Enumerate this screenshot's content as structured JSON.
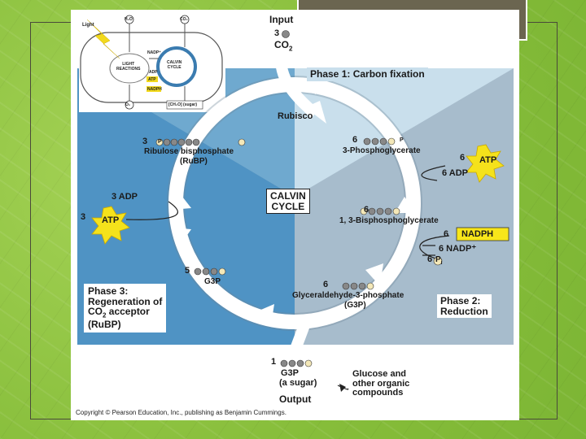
{
  "input": {
    "title": "Input",
    "count": "3",
    "molecule": "CO",
    "subscript": "2"
  },
  "phase1": "Phase 1: Carbon fixation",
  "rubisco": "Rubisco",
  "pga": {
    "count": "6",
    "name": "3-Phosphoglycerate"
  },
  "atp_in": {
    "count": "6",
    "label": "ATP"
  },
  "adp_out": "6 ADP",
  "bpg": {
    "count": "6",
    "name": "1, 3-Bisphosphoglycerate"
  },
  "nadph_in": {
    "count": "6",
    "label": "NADPH"
  },
  "nadp_out": "6 NADP⁺",
  "pi_out": {
    "count": "6",
    "label": "P",
    "subscript": "i"
  },
  "g3p6": {
    "count": "6",
    "name": "Glyceraldehyde-3-phosphate",
    "abbr": "(G3P)"
  },
  "phase2": {
    "line1": "Phase 2:",
    "line2": "Reduction"
  },
  "output": {
    "count": "1",
    "name": "G3P",
    "desc": "(a sugar)",
    "label": "Output"
  },
  "glucose": {
    "line1": "Glucose and",
    "line2": "other organic",
    "line3": "compounds"
  },
  "g3p5": {
    "count": "5",
    "name": "G3P"
  },
  "phase3": {
    "line1": "Phase 3:",
    "line2": "Regeneration of",
    "line3a": "CO",
    "line3b": "2",
    "line3c": " acceptor",
    "line4": "(RuBP)"
  },
  "adp3": "3 ADP",
  "atp3": {
    "count": "3",
    "label": "ATP"
  },
  "rubp": {
    "count": "3",
    "name": "Ribulose bisphosphate",
    "abbr": "(RuBP)"
  },
  "calvin": {
    "line1": "CALVIN",
    "line2": "CYCLE"
  },
  "p_label": "P",
  "copyright": "Copyright © Pearson Education, Inc., publishing as Benjamin Cummings.",
  "inset": {
    "light": "Light",
    "h2o": "H₂O",
    "co2": "CO₂",
    "light_reactions": "LIGHT\nREACTIONS",
    "calvin_cycle": "CALVIN\nCYCLE",
    "nadp": "NADP⁺",
    "adp": "ADP",
    "atp": "ATP",
    "nadph": "NADPH",
    "o2": "O₂",
    "sugar": "[CH₂O] (sugar)"
  },
  "colors": {
    "light_blue": "#c9dfec",
    "mid_blue": "#6fa9cf",
    "gray_blue": "#a7bccc",
    "atp_yellow": "#f5e21b",
    "nadph_yellow": "#f8e61a"
  }
}
